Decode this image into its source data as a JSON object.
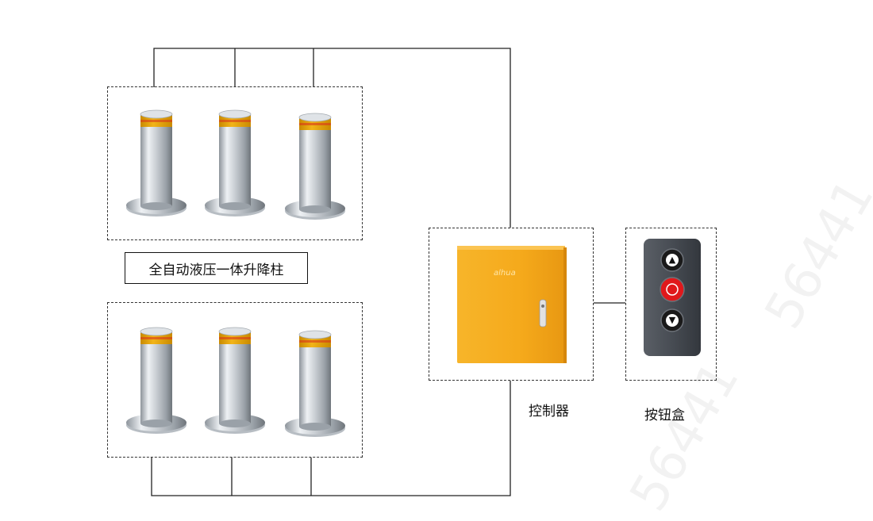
{
  "labels": {
    "bollards": "全自动液压一体升降柱",
    "controller": "控制器",
    "button_box": "按钮盒"
  },
  "controller": {
    "brand": "alhua",
    "color": "#F5A91B"
  },
  "button_box": {
    "up_icon": "arrow-up-icon",
    "stop_icon": "stop-circle-icon",
    "down_icon": "arrow-down-icon",
    "stop_color": "#E0181B"
  },
  "bollard_colors": {
    "steel": "#C9CED3",
    "band": "#F2B419",
    "band_dark": "#C98A00"
  },
  "watermark": {
    "text": "56441"
  }
}
